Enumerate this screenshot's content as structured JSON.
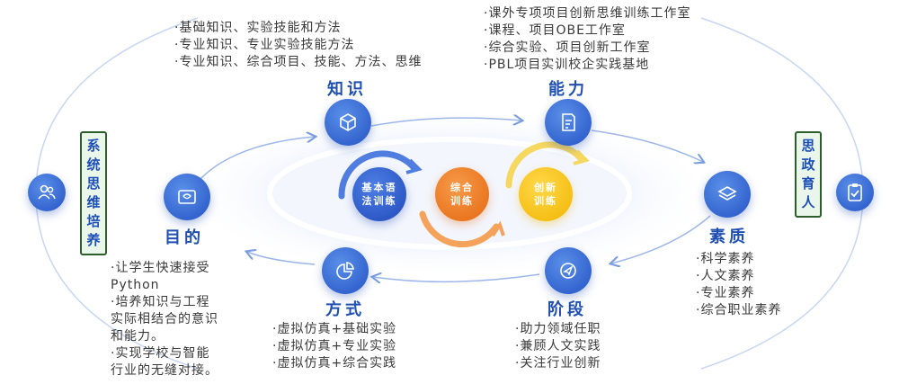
{
  "side_left": {
    "label": "系统思维培养",
    "chars": [
      "系",
      "统",
      "思",
      "维",
      "培",
      "养"
    ]
  },
  "side_right": {
    "label": "思政育人",
    "chars": [
      "思",
      "政",
      "育",
      "人"
    ]
  },
  "nodes": {
    "knowledge": {
      "title": "知识",
      "items": [
        "·基础知识、实验技能和方法",
        "·专业知识、专业实验技能方法",
        "·专业知识、综合项目、技能、方法、思维"
      ]
    },
    "ability": {
      "title": "能力",
      "items": [
        "·课外专项项目创新思维训练工作室",
        "·课程、项目OBE工作室",
        "·综合实验、项目创新工作室",
        "·PBL项目实训校企实践基地"
      ]
    },
    "purpose": {
      "title": "目的",
      "items": [
        "·让学生快速接受",
        "Python",
        "·培养知识与工程",
        "实际相结合的意识",
        "和能力。",
        "·实现学校与智能",
        "行业的无缝对接。"
      ]
    },
    "quality": {
      "title": "素质",
      "items": [
        "·科学素养",
        "·人文素养",
        "·专业素养",
        "·综合职业素养"
      ]
    },
    "method": {
      "title": "方式",
      "items": [
        "·虚拟仿真+基础实验",
        "·虚拟仿真+专业实验",
        "·虚拟仿真+综合实践"
      ]
    },
    "stage": {
      "title": "阶段",
      "items": [
        "·助力领域任职",
        "·兼顾人文实践",
        "·关注行业创新"
      ]
    }
  },
  "center": {
    "basic": {
      "line1": "基本语",
      "line2": "法训练"
    },
    "comprehensive": {
      "line1": "综合",
      "line2": "训练"
    },
    "innovation": {
      "line1": "创新",
      "line2": "训练"
    }
  },
  "colors": {
    "blue": "#2d5fd0",
    "orange": "#f07a1e",
    "yellow": "#f4c20d",
    "label_blue": "#1f4fb0",
    "side_box_border": "#2d5c2d"
  },
  "icons": {
    "left": "people-icon",
    "right": "clipboard-check-icon",
    "knowledge": "cube-icon",
    "ability": "edit-document-icon",
    "purpose": "image-frame-icon",
    "quality": "layers-icon",
    "method": "pie-chart-icon",
    "stage": "paper-plane-icon"
  }
}
